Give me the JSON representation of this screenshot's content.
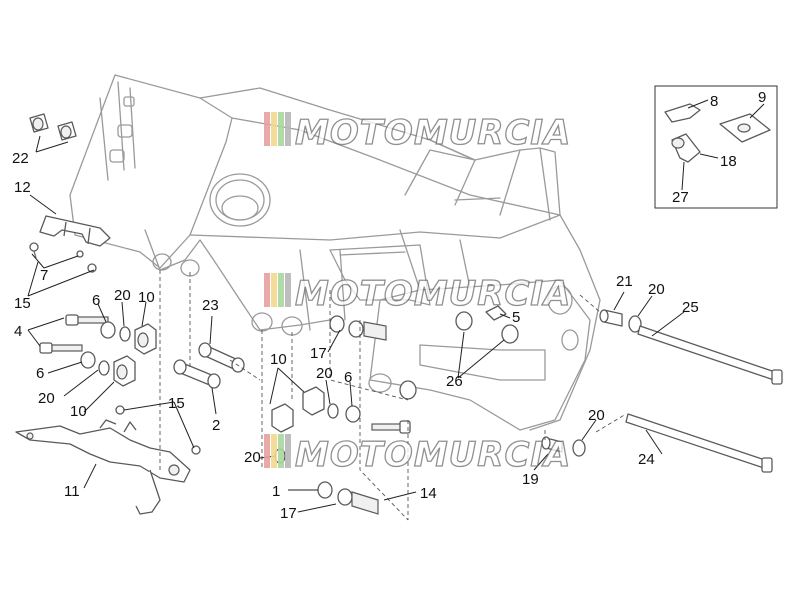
{
  "watermark": {
    "text": "MOTOMURCIA",
    "stripe_colors": [
      "#e6a0a0",
      "#f2d98c",
      "#a9d6a0",
      "#b8b8b8"
    ]
  },
  "callouts": {
    "c1": "1",
    "c2": "2",
    "c4": "4",
    "c5": "5",
    "c6a": "6",
    "c6b": "6",
    "c6c": "6",
    "c7": "7",
    "c8": "8",
    "c9": "9",
    "c10a": "10",
    "c10b": "10",
    "c10c": "10",
    "c11": "11",
    "c12": "12",
    "c14": "14",
    "c15a": "15",
    "c15b": "15",
    "c17a": "17",
    "c17b": "17",
    "c18": "18",
    "c19": "19",
    "c20a": "20",
    "c20b": "20",
    "c20c": "20",
    "c20d": "20",
    "c20e": "20",
    "c20f": "20",
    "c21": "21",
    "c22": "22",
    "c23": "23",
    "c24": "24",
    "c25": "25",
    "c26": "26",
    "c27": "27"
  }
}
